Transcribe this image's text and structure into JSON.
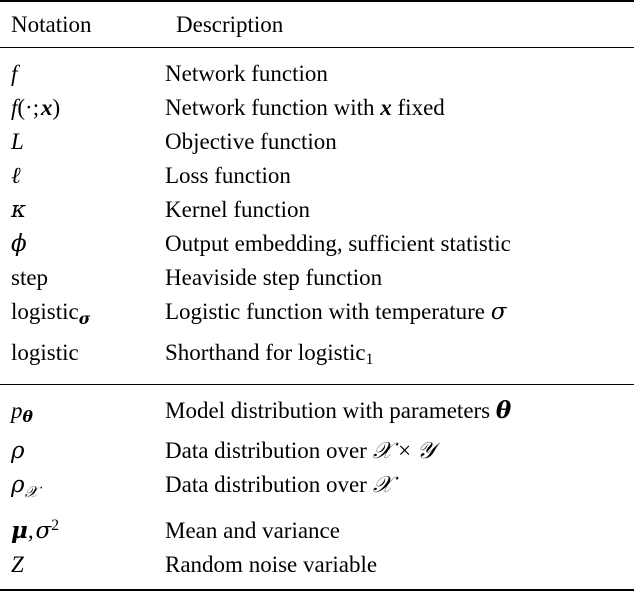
{
  "table": {
    "columns": [
      "Notation",
      "Description"
    ],
    "sections": [
      {
        "rows": [
          {
            "notation": "f",
            "description": "Network function"
          },
          {
            "notation": "f(·; x)",
            "description": "Network function with x fixed"
          },
          {
            "notation": "L",
            "description": "Objective function"
          },
          {
            "notation": "ℓ",
            "description": "Loss function"
          },
          {
            "notation": "κ",
            "description": "Kernel function"
          },
          {
            "notation": "φ",
            "description": "Output embedding, sufficient statistic"
          },
          {
            "notation": "step",
            "description": "Heaviside step function"
          },
          {
            "notation": "logistic_σ",
            "description": "Logistic function with temperature σ"
          },
          {
            "notation": "logistic",
            "description": "Shorthand for logistic_1"
          }
        ]
      },
      {
        "rows": [
          {
            "notation": "p_θ",
            "description": "Model distribution with parameters θ"
          },
          {
            "notation": "ρ",
            "description": "Data distribution over 𝒳 × 𝒴"
          },
          {
            "notation": "ρ_𝒳",
            "description": "Data distribution over 𝒳"
          },
          {
            "notation": "μ, σ²",
            "description": "Mean and variance"
          },
          {
            "notation": "Z",
            "description": "Random noise variable"
          }
        ]
      }
    ]
  },
  "colors": {
    "text": "#000000",
    "rule": "#000000",
    "background": "#ffffff"
  }
}
